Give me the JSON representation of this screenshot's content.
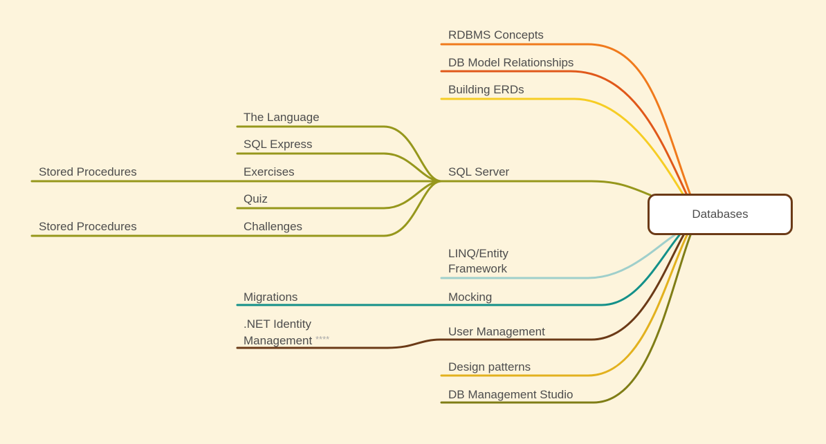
{
  "central": {
    "label": "Databases"
  },
  "colors": {
    "background": "#fdf4dc",
    "rdbms": "#f07a1c",
    "relationships": "#e0581a",
    "erds": "#f6cd24",
    "sqlserver": "#96971c",
    "linq": "#9fcfcb",
    "mocking": "#139089",
    "user_management": "#6b3a17",
    "design_patterns": "#e2b11e",
    "studio": "#7f7d16"
  },
  "branches": {
    "rdbms": "RDBMS Concepts",
    "relationships": "DB Model Relationships",
    "erds": "Building ERDs",
    "sqlserver": "SQL Server",
    "linq_line1": "LINQ/Entity",
    "linq_line2": "Framework",
    "mocking": "Mocking",
    "user_management": "User Management",
    "design_patterns": "Design patterns",
    "studio": "DB Management Studio"
  },
  "sql_children": {
    "language": "The Language",
    "express": "SQL Express",
    "exercises": "Exercises",
    "quiz": "Quiz",
    "challenges": "Challenges"
  },
  "grandchildren": {
    "exercises_stored_procedures": "Stored Procedures",
    "challenges_stored_procedures": "Stored Procedures"
  },
  "mocking_children": {
    "migrations": "Migrations"
  },
  "user_management_children": {
    "identity_line1": ".NET Identity",
    "identity_line2": "Management",
    "identity_marker": "****"
  }
}
